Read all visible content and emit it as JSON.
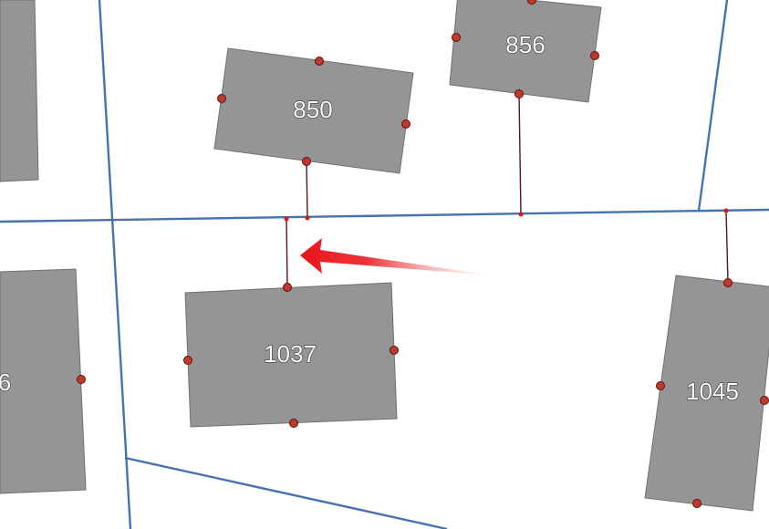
{
  "map": {
    "colors": {
      "background": "#ffffff",
      "parcel_line": "#4673ad",
      "building_fill": "#959595",
      "vertex": "#c0392b",
      "connector": "#5a1414",
      "arrow": "#e8141a"
    },
    "buildings": [
      {
        "label": "850"
      },
      {
        "label": "856"
      },
      {
        "label": "1037"
      },
      {
        "label": "1045"
      },
      {
        "label": "6"
      }
    ],
    "annotation": {
      "icon": "red-arrow-icon",
      "direction": "left"
    }
  }
}
